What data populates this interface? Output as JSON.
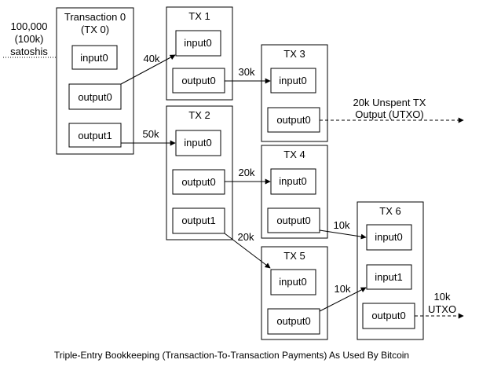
{
  "source": {
    "line1": "100,000",
    "line2": "(100k)",
    "line3": "satoshis"
  },
  "transactions": {
    "tx0": {
      "title1": "Transaction 0",
      "title2": "(TX 0)",
      "input0": "input0",
      "output0": "output0",
      "output1": "output1"
    },
    "tx1": {
      "title": "TX 1",
      "input0": "input0",
      "output0": "output0"
    },
    "tx2": {
      "title": "TX 2",
      "input0": "input0",
      "output0": "output0",
      "output1": "output1"
    },
    "tx3": {
      "title": "TX 3",
      "input0": "input0",
      "output0": "output0"
    },
    "tx4": {
      "title": "TX 4",
      "input0": "input0",
      "output0": "output0"
    },
    "tx5": {
      "title": "TX 5",
      "input0": "input0",
      "output0": "output0"
    },
    "tx6": {
      "title": "TX 6",
      "input0": "input0",
      "input1": "input1",
      "output0": "output0"
    }
  },
  "flows": {
    "tx0_out0_to_tx1": "40k",
    "tx0_out1_to_tx2": "50k",
    "tx1_out0_to_tx3": "30k",
    "tx2_out0_to_tx4": "20k",
    "tx2_out1_to_tx5": "20k",
    "tx4_out0_to_tx6": "10k",
    "tx5_out0_to_tx6": "10k"
  },
  "utxo_tx3": {
    "line1": "20k Unspent TX",
    "line2": "Output (UTXO)"
  },
  "utxo_tx6": {
    "line1": "10k",
    "line2": "UTXO"
  },
  "caption": "Triple-Entry Bookkeeping (Transaction-To-Transaction Payments) As Used By Bitcoin"
}
